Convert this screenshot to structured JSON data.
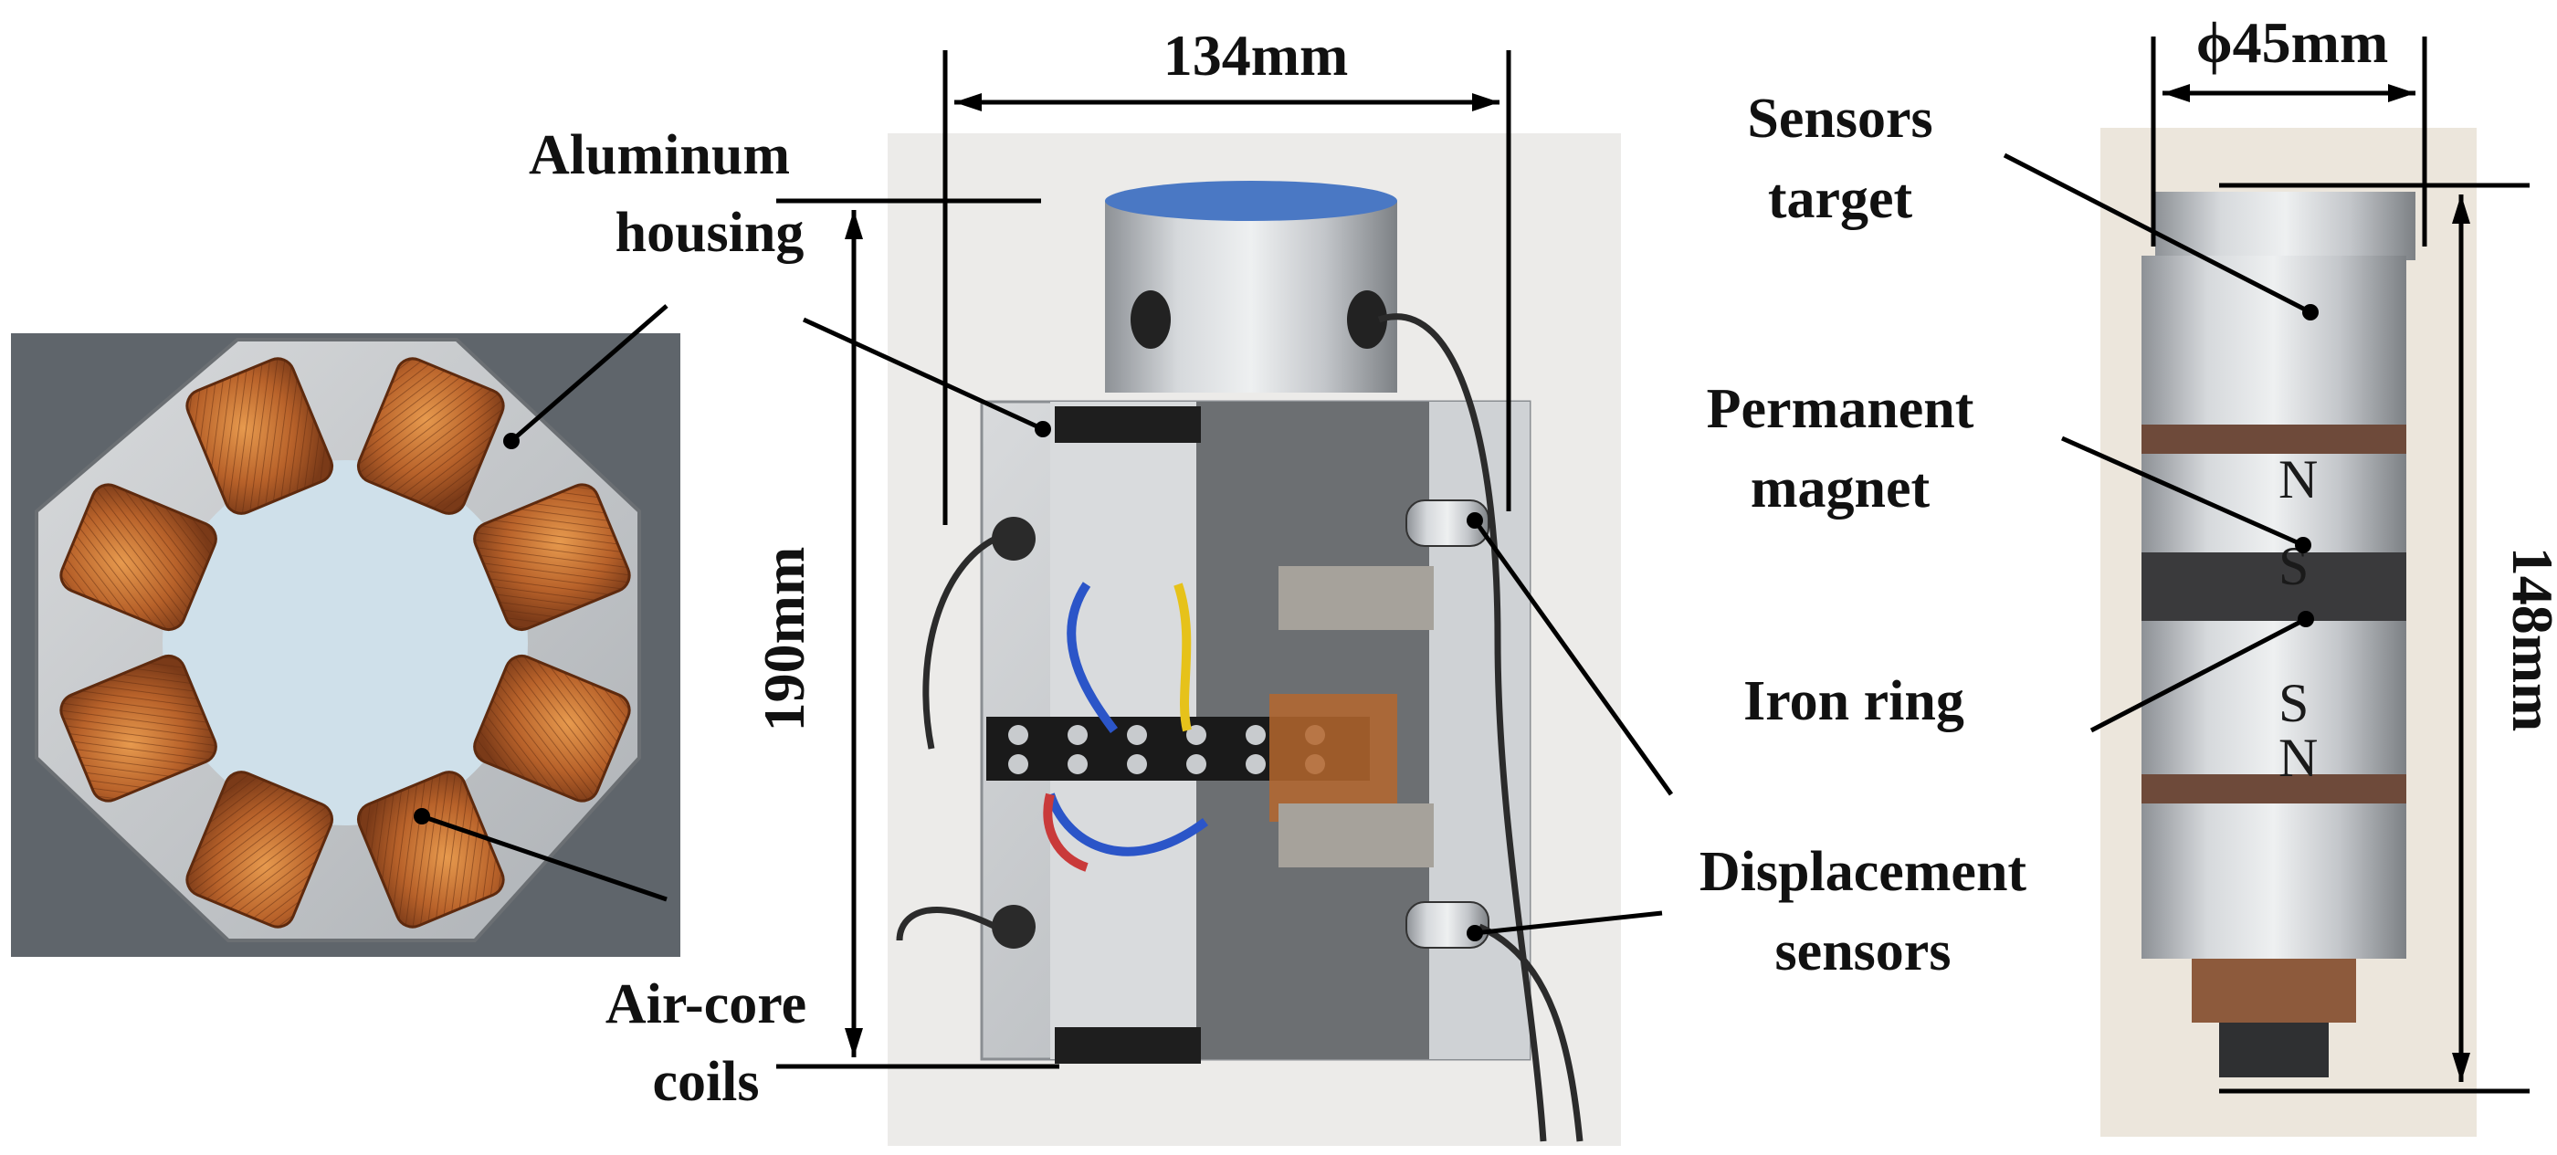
{
  "labels": {
    "aluminum_housing_line1": "Aluminum",
    "aluminum_housing_line2": "housing",
    "air_core_line1": "Air-core",
    "air_core_line2": "coils",
    "displacement_line1": "Displacement",
    "displacement_line2": "sensors",
    "sensors_target_line1": "Sensors",
    "sensors_target_line2": "target",
    "permanent_magnet_line1": "Permanent",
    "permanent_magnet_line2": "magnet",
    "iron_ring": "Iron ring"
  },
  "dimensions": {
    "width_top": "134mm",
    "height_left": "190mm",
    "rotor_diameter": "ϕ45mm",
    "rotor_length": "148mm"
  },
  "rotor_marks": [
    "N",
    "S",
    "S",
    "N"
  ],
  "coil_count": 8,
  "colors": {
    "copper": "#c06a2c",
    "aluminum": "#c9ccd0",
    "blue_cap": "#4a78c4",
    "iron_ring": "#6e4a3a"
  }
}
